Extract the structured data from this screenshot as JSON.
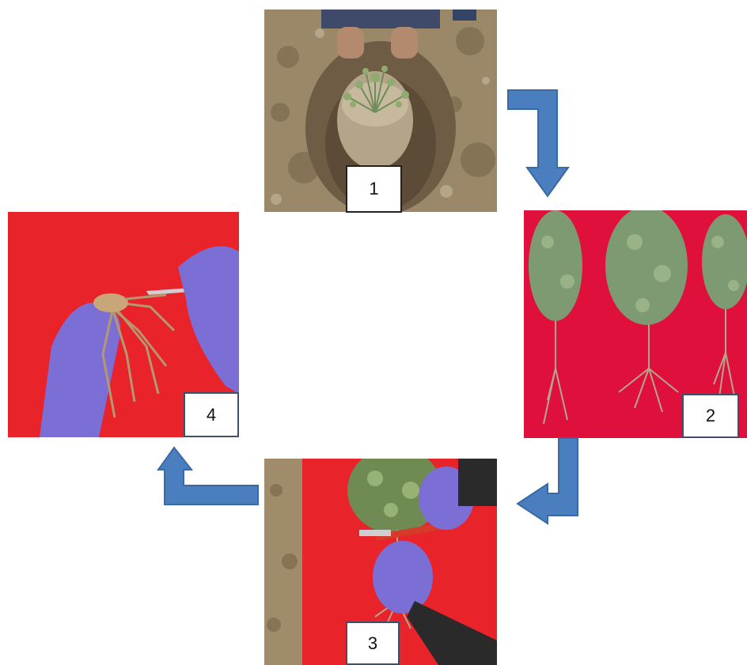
{
  "steps": [
    {
      "label": "1"
    },
    {
      "label": "2"
    },
    {
      "label": "3"
    },
    {
      "label": "4"
    }
  ],
  "colors": {
    "arrow_fill": "#4a7ebf",
    "arrow_stroke": "#3a6aa3",
    "background_red": "#e8232a",
    "background_magenta": "#e0103c",
    "soil": "#9c8a6c",
    "glove": "#7b6fd6"
  }
}
